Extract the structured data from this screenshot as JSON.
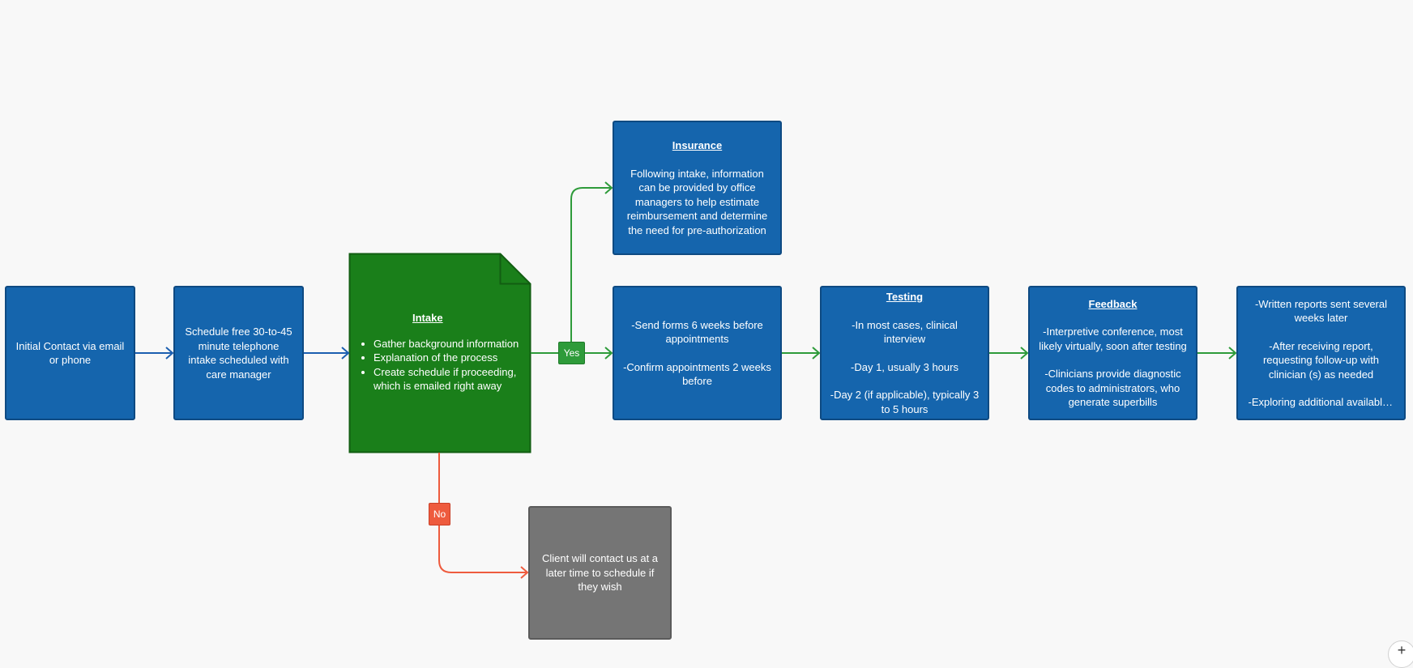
{
  "nodes": {
    "initial_contact": {
      "text": "Initial Contact via email or phone"
    },
    "schedule": {
      "text": "Schedule free 30-to-45 minute telephone intake scheduled with care manager"
    },
    "intake": {
      "title": "Intake",
      "bullets": [
        "Gather background information",
        "Explanation of the process",
        "Create schedule if proceeding, which is emailed right away"
      ]
    },
    "insurance": {
      "title": "Insurance",
      "body": "Following intake, information can be provided by office managers to help estimate reimbursement and determine the need for pre-authorization"
    },
    "forms": {
      "lines": [
        "-Send forms 6 weeks before appointments",
        "-Confirm appointments 2 weeks before"
      ]
    },
    "testing": {
      "title": "Testing",
      "lines": [
        "-In most cases, clinical interview",
        "-Day 1, usually 3 hours",
        "-Day 2 (if applicable), typically 3 to 5 hours"
      ]
    },
    "feedback": {
      "title": "Feedback",
      "lines": [
        "-Interpretive conference, most likely virtually, soon after testing",
        "-Clinicians provide diagnostic codes to administrators, who generate superbills"
      ]
    },
    "reports": {
      "lines": [
        "-Written reports sent several weeks later",
        "-After receiving report, requesting follow-up with clinician (s) as needed",
        "-Exploring additional available f..."
      ]
    },
    "client_contact": {
      "text": "Client will contact us at a later time to schedule if they wish"
    }
  },
  "labels": {
    "yes": "Yes",
    "no": "No"
  },
  "controls": {
    "zoom_in": "+"
  },
  "colors": {
    "blue": "#1565ad",
    "green": "#1a7f1a",
    "gray": "#757575",
    "yes_path": "#2e9b3a",
    "no_path": "#ee5b3e",
    "blue_path": "#1c5fb0"
  }
}
